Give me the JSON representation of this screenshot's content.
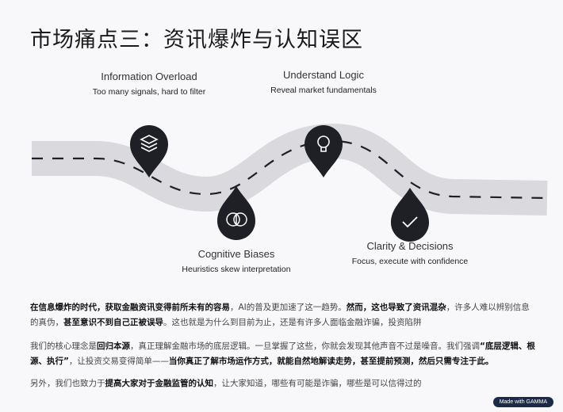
{
  "title": "市场痛点三：资讯爆炸与认知误区",
  "steps": [
    {
      "heading": "Information Overload",
      "sub": "Too many signals, hard to filter",
      "icon": "layers-icon"
    },
    {
      "heading": "Cognitive Biases",
      "sub": "Heuristics skew interpretation",
      "icon": "brain-icon"
    },
    {
      "heading": "Understand Logic",
      "sub": "Reveal market fundamentals",
      "icon": "lightbulb-icon"
    },
    {
      "heading": "Clarity & Decisions",
      "sub": "Focus, execute with confidence",
      "icon": "check-icon"
    }
  ],
  "paragraphs": {
    "p1": [
      {
        "t": "在信息爆炸的时代，获取金融资讯变得前所未有的容易",
        "b": true
      },
      {
        "t": "，AI的普及更加速了这一趋势。",
        "b": false
      },
      {
        "t": "然而，这也导致了资讯混杂",
        "b": true
      },
      {
        "t": "，许多人难以辨别信息的真伪，",
        "b": false
      },
      {
        "t": "甚至意识不到自己正被误导",
        "b": true
      },
      {
        "t": "。这也就是为什么到目前为止，还是有许多人面临金融诈骗，投资陷阱",
        "b": false
      }
    ],
    "p2": [
      {
        "t": "我们的核心理念是",
        "b": false
      },
      {
        "t": "回归本源",
        "b": true
      },
      {
        "t": "，真正理解金融市场的底层逻辑。一旦掌握了这些，你就会发现其他声音不过是噪音。我们强调",
        "b": false
      },
      {
        "t": "“底层逻辑、根源、执行”",
        "b": true
      },
      {
        "t": "，让投资交易变得简单——",
        "b": false
      },
      {
        "t": "当你真正了解市场运作方式，就能自然地解读走势，甚至提前预测，然后只需专注于此。",
        "b": true
      }
    ],
    "p3": [
      {
        "t": "另外，我们也致力于",
        "b": false
      },
      {
        "t": "提高大家对于金融监管的认知",
        "b": true
      },
      {
        "t": "，让大家知道，哪些有可能是诈骗，哪些是可以信得过的",
        "b": false
      }
    ]
  },
  "badge": "Made with GAMMA",
  "colors": {
    "road": "#dcdce0",
    "pin": "#1f1f26",
    "dash": "#1f1f26"
  }
}
